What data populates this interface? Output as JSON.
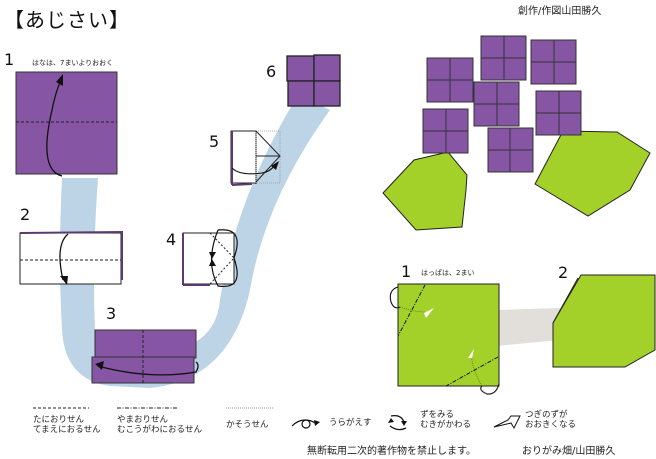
{
  "title": "【あじさい】",
  "credit": "創作/作図山田勝久",
  "colors": {
    "flower_purple": "#8655a4",
    "leaf_green": "#a3d12a",
    "flow_blue": "#bcd4e6",
    "flow_gray": "#e2dfda",
    "outline": "#222222"
  },
  "flower_steps": [
    {
      "number": "1",
      "note": "はなは、7まいよりおおく"
    },
    {
      "number": "2"
    },
    {
      "number": "3"
    },
    {
      "number": "4"
    },
    {
      "number": "5"
    },
    {
      "number": "6"
    }
  ],
  "leaf_steps": [
    {
      "number": "1",
      "note": "はっぱは、2まい"
    },
    {
      "number": "2"
    }
  ],
  "legend": {
    "valley_fold": {
      "line1": "たにおりせん",
      "line2": "てまえにおるせん"
    },
    "mountain_fold": {
      "line1": "やまおりせん",
      "line2": "むこうがわにおるせん"
    },
    "hidden_line": {
      "line1": "かそうせん"
    },
    "turn_over": {
      "label": "うらがえす"
    },
    "rotate": {
      "line1": "ずをみる",
      "line2": "むきがかわる"
    },
    "enlarge": {
      "line1": "つぎのずが",
      "line2": "おおきくなる"
    }
  },
  "footer": {
    "notice": "無断転用二次的著作物を禁止します。",
    "author": "おりがみ畑/山田勝久"
  }
}
